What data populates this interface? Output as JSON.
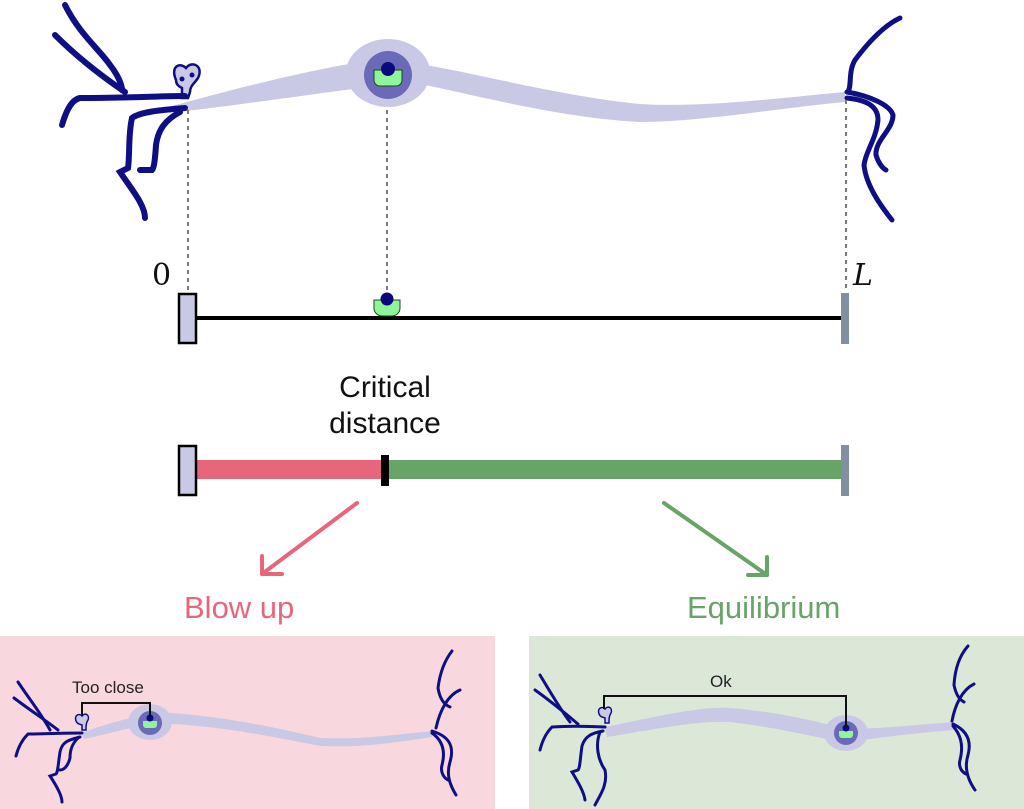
{
  "diagram": {
    "axis": {
      "start_label": "0",
      "end_label": "L",
      "soma_position_fraction": 0.3
    },
    "threshold": {
      "label_line1": "Critical",
      "label_line2": "distance",
      "critical_fraction": 0.3,
      "below_color": "#e8667c",
      "above_color": "#68a468"
    },
    "outcomes": [
      {
        "label": "Blow up",
        "color": "#e8667c",
        "panel_bg": "#f9d7de",
        "annotation": "Too close"
      },
      {
        "label": "Equilibrium",
        "color": "#68a468",
        "panel_bg": "#dbe8d8",
        "annotation": "Ok"
      }
    ],
    "colors": {
      "dendrite": "#0f0f85",
      "axon": "#c9c9e6",
      "nucleus_outer": "#6a6ab8",
      "nucleus_green": "#8ff59a",
      "dot": "#0a0a7a",
      "end_cap": "#8090a0"
    }
  }
}
